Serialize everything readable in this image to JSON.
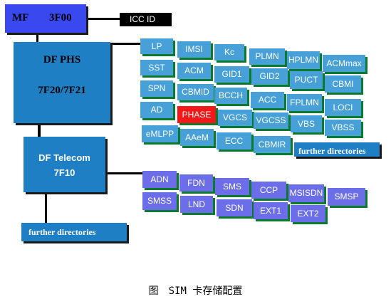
{
  "mf": {
    "label": "MF",
    "id": "3F00"
  },
  "iccid": {
    "label": "ICC ID"
  },
  "dfphs": {
    "label": "DF PHS",
    "id": "7F20/7F21"
  },
  "dftelecom": {
    "label": "DF Telecom",
    "id": "7F10"
  },
  "further": {
    "left": "further directories",
    "right": "further directories"
  },
  "phs_files": [
    "LP",
    "IMSI",
    "Kc",
    "PLMN",
    "HPLMN",
    "ACMmax",
    "SST",
    "ACM",
    "GID1",
    "GID2",
    "PUCT",
    "CBMI",
    "SPN",
    "CBMID",
    "BCCH",
    "ACC",
    "FPLMN",
    "LOCI",
    "AD",
    "PHASE",
    "VGCS",
    "VGCSS",
    "VBS",
    "VBSS",
    "eMLPP",
    "AAeM",
    "ECC",
    "CBMIR"
  ],
  "telecom_files": [
    "ADN",
    "FDN",
    "SMS",
    "CCP",
    "MSISDN",
    "SMSP",
    "SMSS",
    "LND",
    "SDN",
    "EXT1",
    "EXT2"
  ],
  "caption": "图　SIM 卡存储配置",
  "highlight_color": "#f01818",
  "phs_color": "#47a0d8",
  "telecom_color": "#6b6ee8"
}
